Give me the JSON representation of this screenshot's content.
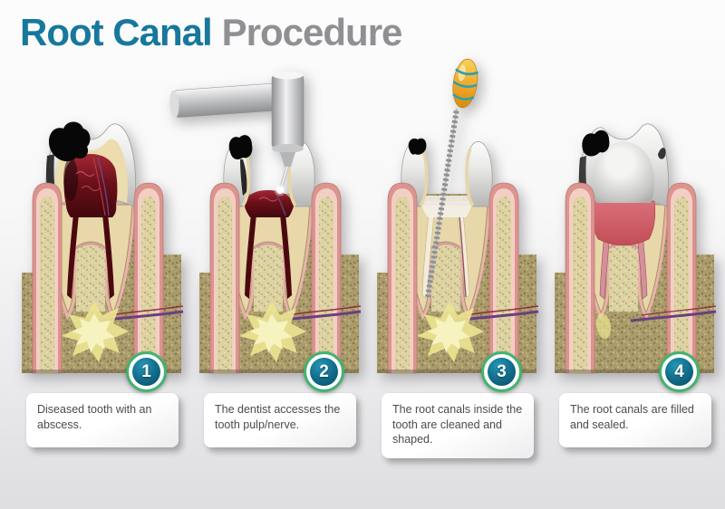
{
  "title": {
    "highlight": "Root Canal",
    "rest": "Procedure"
  },
  "steps": [
    {
      "number": "1",
      "caption": "Diseased tooth with an abscess.",
      "illustration": "diseased-tooth-with-abscess"
    },
    {
      "number": "2",
      "caption": "The dentist accesses the tooth pulp/nerve.",
      "illustration": "dentist-drill-access"
    },
    {
      "number": "3",
      "caption": "The root canals inside the tooth are cleaned and shaped.",
      "illustration": "root-canals-cleaned-with-file"
    },
    {
      "number": "4",
      "caption": "The root canals are filled and sealed.",
      "illustration": "root-canals-filled-sealed"
    }
  ],
  "colors": {
    "title_highlight": "#17789d",
    "title_rest": "#8e9093",
    "badge_ring": "#43b371",
    "badge_fill": "#0f5a74",
    "caption_text": "#4b4b4d",
    "pulp_red": "#6b1019",
    "bone_tan": "#aa9b6b",
    "gum_pink": "#db948f",
    "abscess_yellow": "#ebe490",
    "nerve_purple": "#6a3f80"
  },
  "icons": {
    "drill": "dental-drill-icon",
    "file": "endodontic-file-icon",
    "badge": "step-number-badge"
  }
}
